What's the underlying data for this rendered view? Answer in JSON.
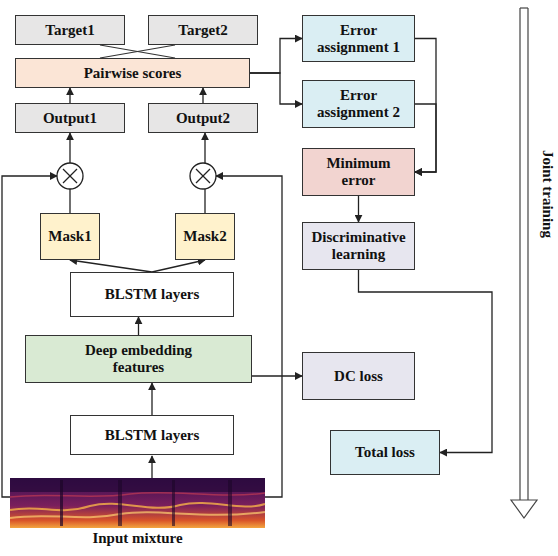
{
  "diagram": {
    "nodes": [
      {
        "text": [
          "Target1"
        ]
      },
      {
        "text": [
          "Target2"
        ]
      },
      {
        "text": [
          "Error assignment 1"
        ]
      },
      {
        "text": [
          "Pairwise scores"
        ]
      },
      {
        "text": [
          "Error assignment 2"
        ]
      },
      {
        "text": [
          "Output1"
        ]
      },
      {
        "text": [
          "Output2"
        ]
      },
      {
        "text": [
          "Minimum error"
        ]
      },
      {
        "text": [
          "Discriminative learning"
        ]
      },
      {
        "text": [
          "Mask1"
        ]
      },
      {
        "text": [
          "Mask2"
        ]
      },
      {
        "text": [
          "BLSTM layers"
        ]
      },
      {
        "text": [
          "Deep embedding features"
        ]
      },
      {
        "text": [
          "DC loss"
        ]
      },
      {
        "text": [
          "BLSTM layers"
        ]
      },
      {
        "text": [
          "Total loss"
        ]
      }
    ],
    "edges": [
      {
        "from": 5,
        "to": 3,
        "arrow": "to"
      },
      {
        "from": 6,
        "to": 3,
        "arrow": "to"
      },
      {
        "from": 3,
        "to": 2,
        "arrow": "to"
      },
      {
        "from": 3,
        "to": 4,
        "arrow": "to"
      },
      {
        "from": 2,
        "to": 7,
        "arrow": "to"
      },
      {
        "from": 4,
        "to": 7,
        "arrow": "to"
      },
      {
        "from": 7,
        "to": 8,
        "arrow": "to"
      },
      {
        "from": 8,
        "to": 15,
        "arrow": "to"
      },
      {
        "from": 9,
        "to": 5,
        "arrow": "to"
      },
      {
        "from": 10,
        "to": 6,
        "arrow": "to"
      },
      {
        "from": 11,
        "to": 9,
        "arrow": "to"
      },
      {
        "from": 11,
        "to": 10,
        "arrow": "to"
      },
      {
        "from": 12,
        "to": 11,
        "arrow": "to"
      },
      {
        "from": 12,
        "to": 13,
        "arrow": "to"
      },
      {
        "from": 14,
        "to": 12,
        "arrow": "to"
      }
    ],
    "labels": [
      "Joint training",
      "Input mixture"
    ]
  }
}
